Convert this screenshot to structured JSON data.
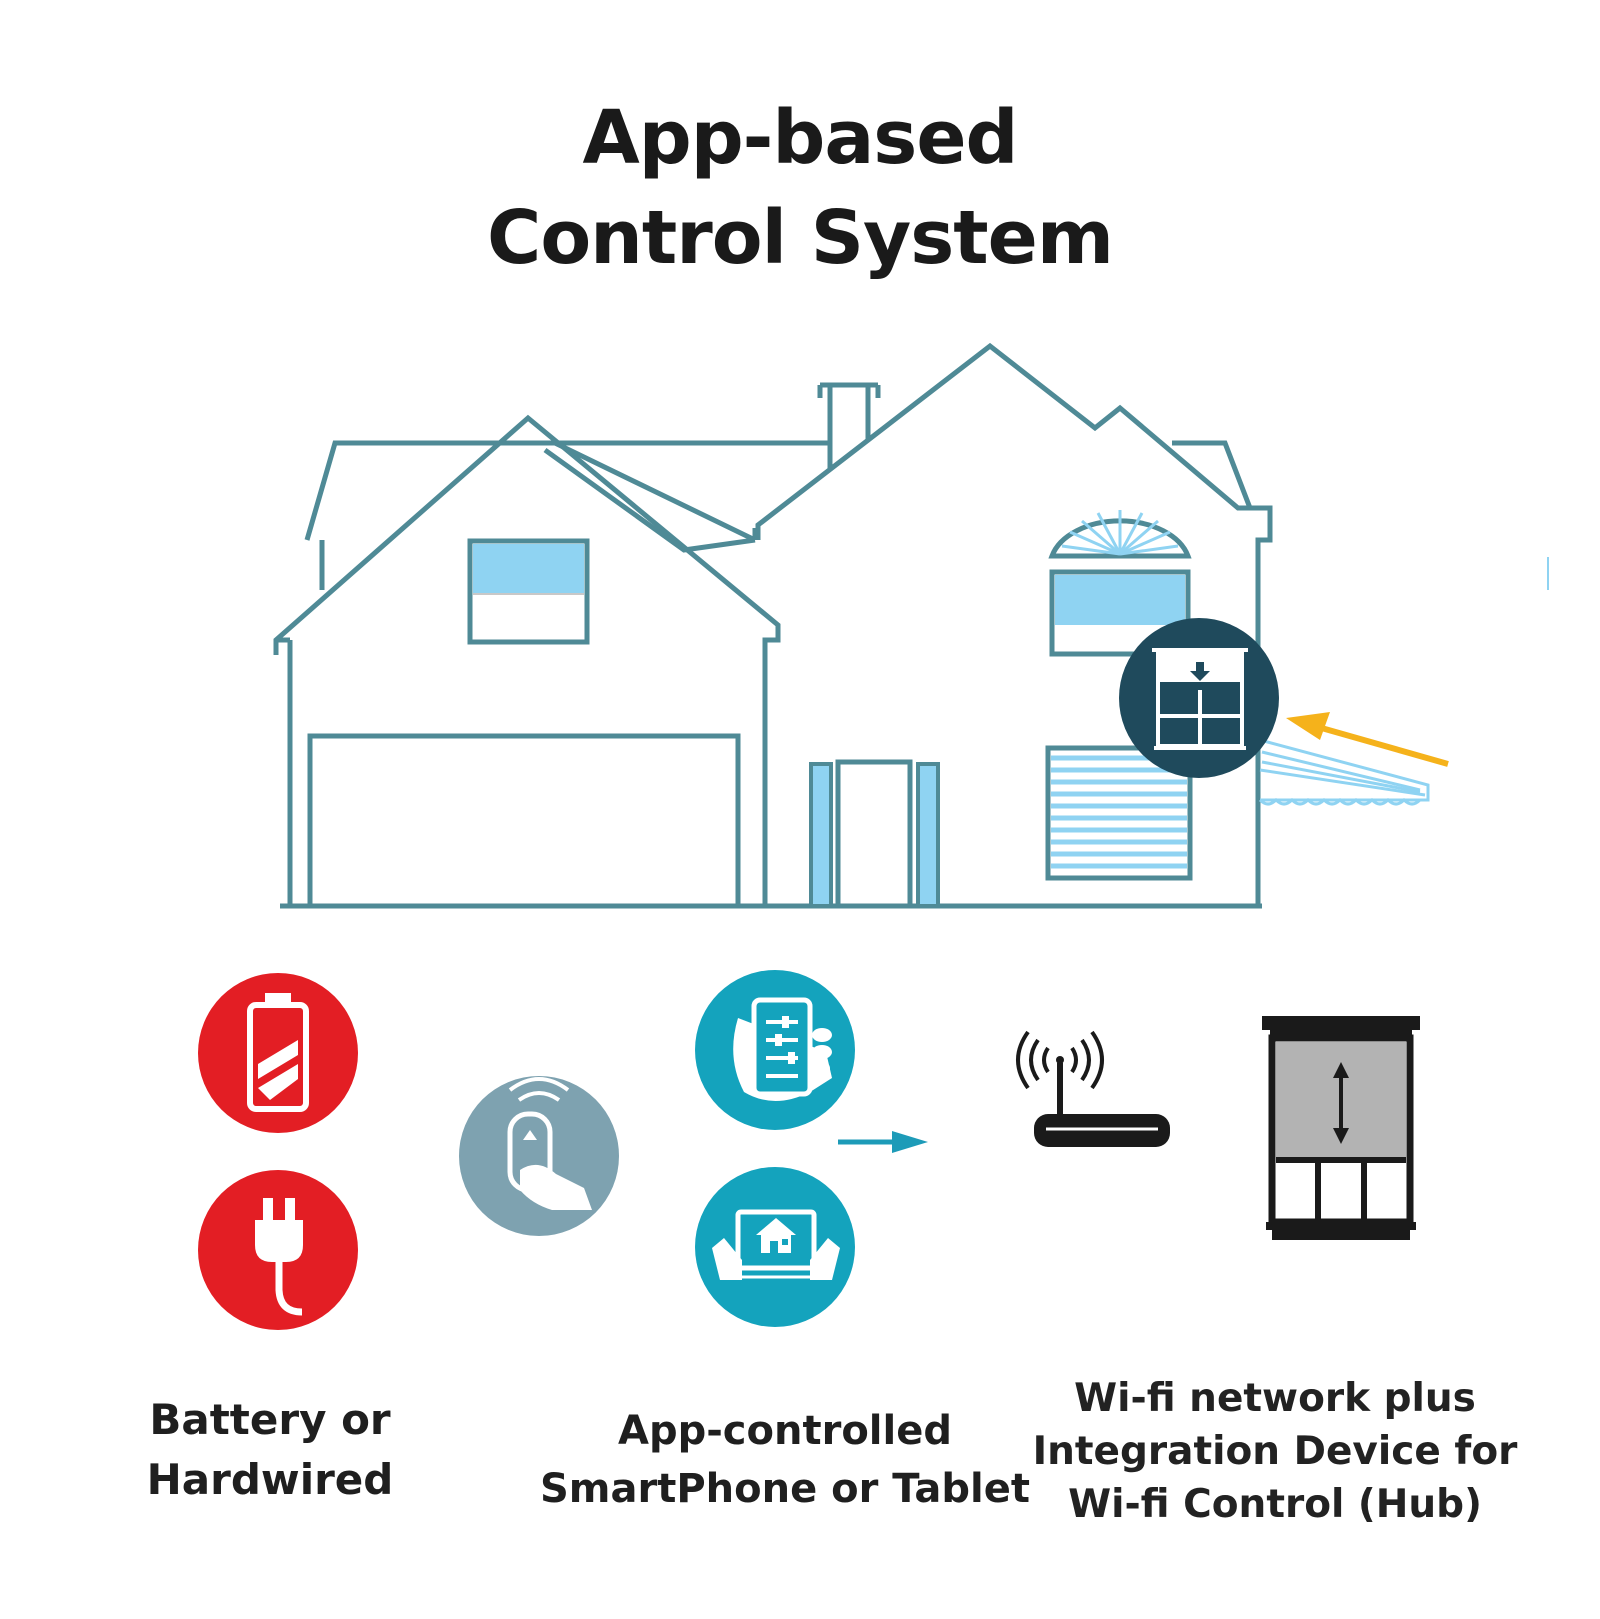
{
  "title": {
    "line1": "App-based",
    "line2": "Control System"
  },
  "colors": {
    "house_outline": "#4f8a96",
    "window_blue": "#8fd3f2",
    "dark_badge": "#1f4a5c",
    "sun_arrow": "#f5b21b",
    "power_red": "#e31e24",
    "remote_gray": "#7ea2b0",
    "app_teal": "#14a3bd",
    "connector_teal": "#1d9bb8",
    "device_black": "#1a1a1a",
    "shade_gray": "#b3b3b3"
  },
  "icons": {
    "battery": "battery-icon",
    "plug": "plug-icon",
    "remote": "remote-control-icon",
    "smartphone": "smartphone-app-icon",
    "tablet": "tablet-app-icon",
    "router": "wifi-router-icon",
    "window_shade": "window-shade-icon"
  },
  "labels": {
    "power": {
      "line1": "Battery or",
      "line2": "Hardwired"
    },
    "app": {
      "line1": "App-controlled",
      "line2": "SmartPhone or Tablet"
    },
    "hub": {
      "line1": "Wi-fi network plus",
      "line2": "Integration Device for",
      "line3": "Wi-fi Control (Hub)"
    }
  }
}
